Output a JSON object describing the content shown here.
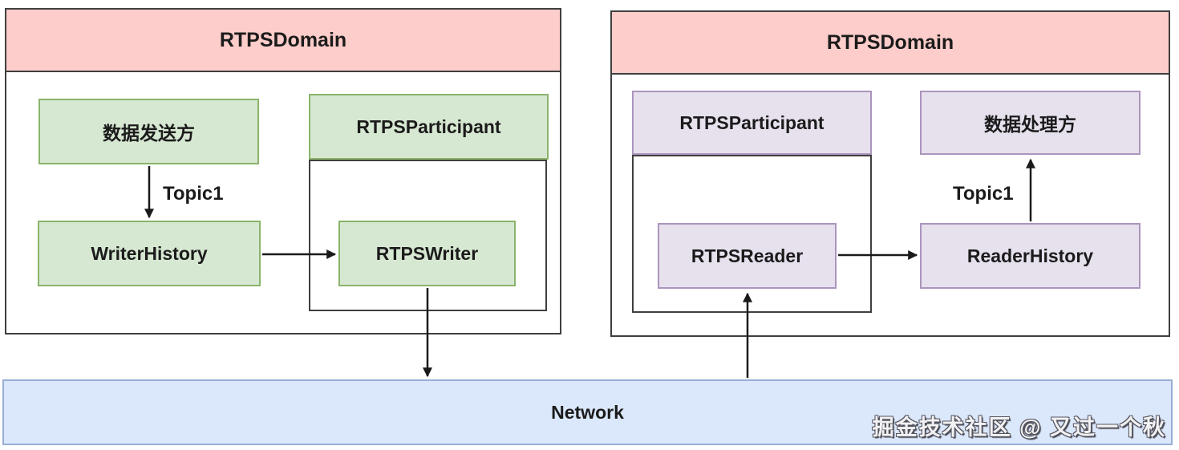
{
  "colors": {
    "domain_header_fill": "#fccdca",
    "green_fill": "#d7e8d2",
    "green_border": "#8ab46c",
    "purple_fill": "#e7e0ed",
    "purple_border": "#ab95bd",
    "network_fill": "#dbe7fb",
    "network_border": "#97aed3",
    "outline": "#3f3f3f",
    "arrow": "#1a1a1a"
  },
  "left_domain": {
    "title": "RTPSDomain",
    "sender": "数据发送方",
    "participant": "RTPSParticipant",
    "writer_history": "WriterHistory",
    "writer": "RTPSWriter",
    "topic": "Topic1"
  },
  "right_domain": {
    "title": "RTPSDomain",
    "participant": "RTPSParticipant",
    "processor": "数据处理方",
    "reader": "RTPSReader",
    "reader_history": "ReaderHistory",
    "topic": "Topic1"
  },
  "network": {
    "label": "Network"
  },
  "watermark": "掘金技术社区 @ 又过一个秋",
  "edges": [
    {
      "from": "数据发送方",
      "to": "WriterHistory",
      "label": "Topic1"
    },
    {
      "from": "WriterHistory",
      "to": "RTPSWriter",
      "label": ""
    },
    {
      "from": "RTPSWriter",
      "to": "Network",
      "label": ""
    },
    {
      "from": "Network",
      "to": "RTPSReader",
      "label": ""
    },
    {
      "from": "RTPSReader",
      "to": "ReaderHistory",
      "label": ""
    },
    {
      "from": "ReaderHistory",
      "to": "数据处理方",
      "label": "Topic1"
    }
  ]
}
